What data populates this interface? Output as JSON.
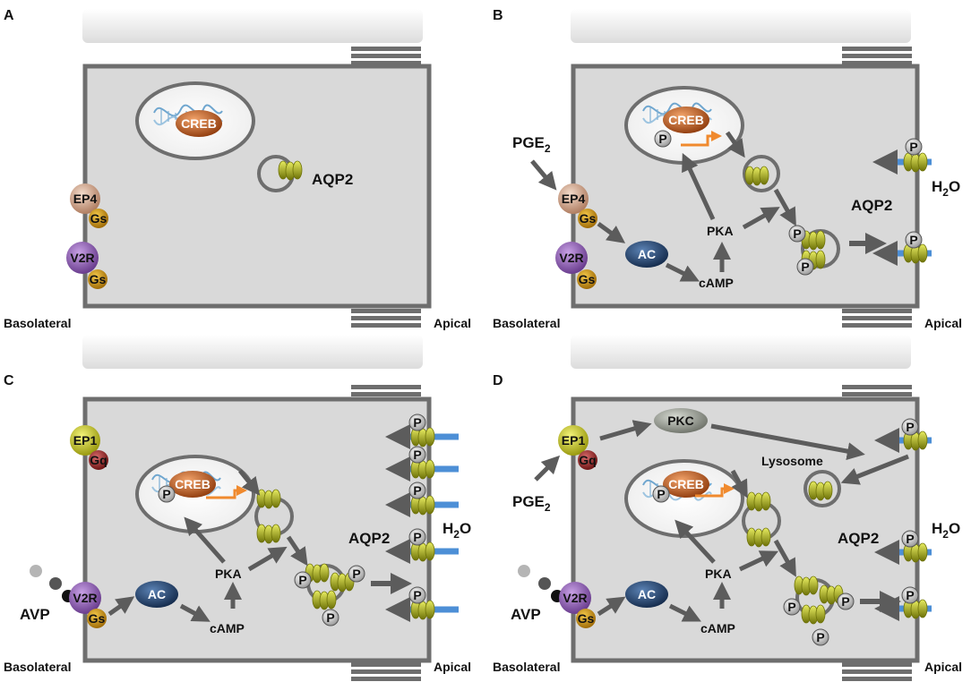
{
  "panels": [
    {
      "id": "A",
      "letter": "A",
      "basolateral": "Basolateral",
      "apical": "Apical",
      "aqp2": "AQP2",
      "creb": "CREB",
      "ep4": "EP4",
      "gs": "Gs",
      "v2r": "V2R"
    },
    {
      "id": "B",
      "letter": "B",
      "basolateral": "Basolateral",
      "apical": "Apical",
      "aqp2": "AQP2",
      "creb": "CREB",
      "ep4": "EP4",
      "gs": "Gs",
      "v2r": "V2R",
      "pge2": "PGE",
      "pge2_sub": "2",
      "ac": "AC",
      "pka": "PKA",
      "camp": "cAMP",
      "h2o": "H",
      "h2o_sub": "2",
      "h2o_o": "O",
      "p": "P"
    },
    {
      "id": "C",
      "letter": "C",
      "basolateral": "Basolateral",
      "apical": "Apical",
      "aqp2": "AQP2",
      "creb": "CREB",
      "ep1": "EP1",
      "gq": "Gq",
      "v2r": "V2R",
      "gs": "Gs",
      "avp": "AVP",
      "ac": "AC",
      "pka": "PKA",
      "camp": "cAMP",
      "h2o": "H",
      "h2o_sub": "2",
      "h2o_o": "O",
      "p": "P"
    },
    {
      "id": "D",
      "letter": "D",
      "basolateral": "Basolateral",
      "apical": "Apical",
      "aqp2": "AQP2",
      "creb": "CREB",
      "ep1": "EP1",
      "gq": "Gq",
      "v2r": "V2R",
      "gs": "Gs",
      "avp": "AVP",
      "ac": "AC",
      "pka": "PKA",
      "pkc": "PKC",
      "camp": "cAMP",
      "lysosome": "Lysosome",
      "pge2": "PGE",
      "pge2_sub": "2",
      "h2o": "H",
      "h2o_sub": "2",
      "h2o_o": "O",
      "p": "P"
    }
  ],
  "colors": {
    "cell_fill": "#d9d9d9",
    "cell_stroke": "#6e6e6e",
    "arrow": "#5c5c5c",
    "water": "#4d8fd6",
    "creb": "#c4581e",
    "ac": "#1f3f6b",
    "aqp2": "#9ea415",
    "ep4": "#d6a88a",
    "v2r": "#8d5fb0",
    "gs": "#d79a13",
    "ep1": "#d4d41d",
    "gq": "#9a2727",
    "pkc": "#8b8f86",
    "orange_arrow": "#f08a2e"
  }
}
